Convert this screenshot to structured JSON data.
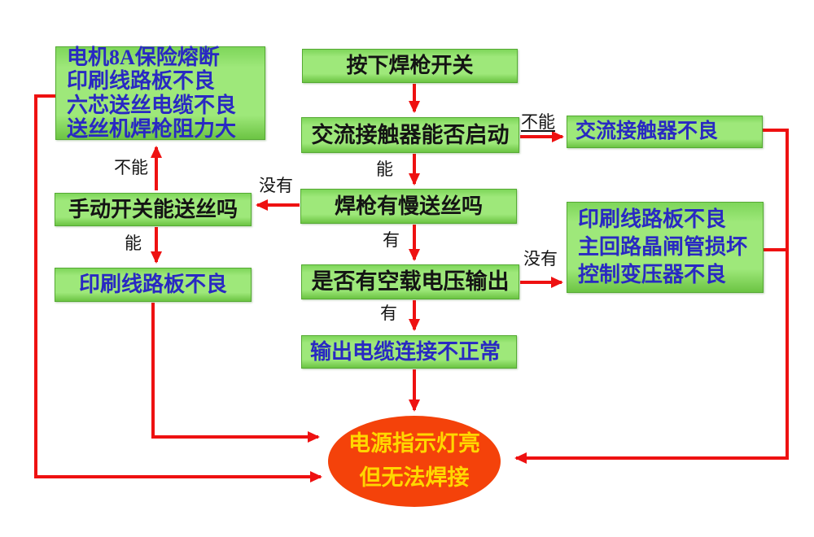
{
  "colors": {
    "box_fill_light": "#9ee87a",
    "box_fill_edge": "#7ed65a",
    "box_fill_dark": "#6cc443",
    "box_border": "#55aa33",
    "text_black": "#141414",
    "text_blue": "#2929c2",
    "arrow_red": "#ee1111",
    "ellipse_fill": "#f4420a",
    "ellipse_text": "#ffd700"
  },
  "nodes": {
    "wirefeed_causes": {
      "text": "电机8A保险熔断\n印刷线路板不良\n六芯送丝电缆不良\n送丝机焊枪阻力大"
    },
    "press_trigger": {
      "text": "按下焊枪开关"
    },
    "contactor_start": {
      "text": "交流接触器能否启动"
    },
    "contactor_bad": {
      "text": "交流接触器不良"
    },
    "slow_feed": {
      "text": "焊枪有慢送丝吗"
    },
    "manual_switch": {
      "text": "手动开关能送丝吗"
    },
    "pcb_bad": {
      "text": "印刷线路板不良"
    },
    "no_load_voltage": {
      "text": "是否有空载电压输出"
    },
    "voltage_causes": {
      "text": "印刷线路板不良\n主回路晶闸管损坏\n控制变压器不良"
    },
    "output_cable": {
      "text": "输出电缆连接不正常"
    },
    "result": {
      "text": "电源指示灯亮\n但无法焊接"
    }
  },
  "labels": {
    "contactor_no": "不能",
    "contactor_yes": "能",
    "slowfeed_no": "没有",
    "slowfeed_yes": "有",
    "manual_no": "不能",
    "manual_yes": "能",
    "voltage_no": "没有",
    "voltage_yes": "有"
  }
}
